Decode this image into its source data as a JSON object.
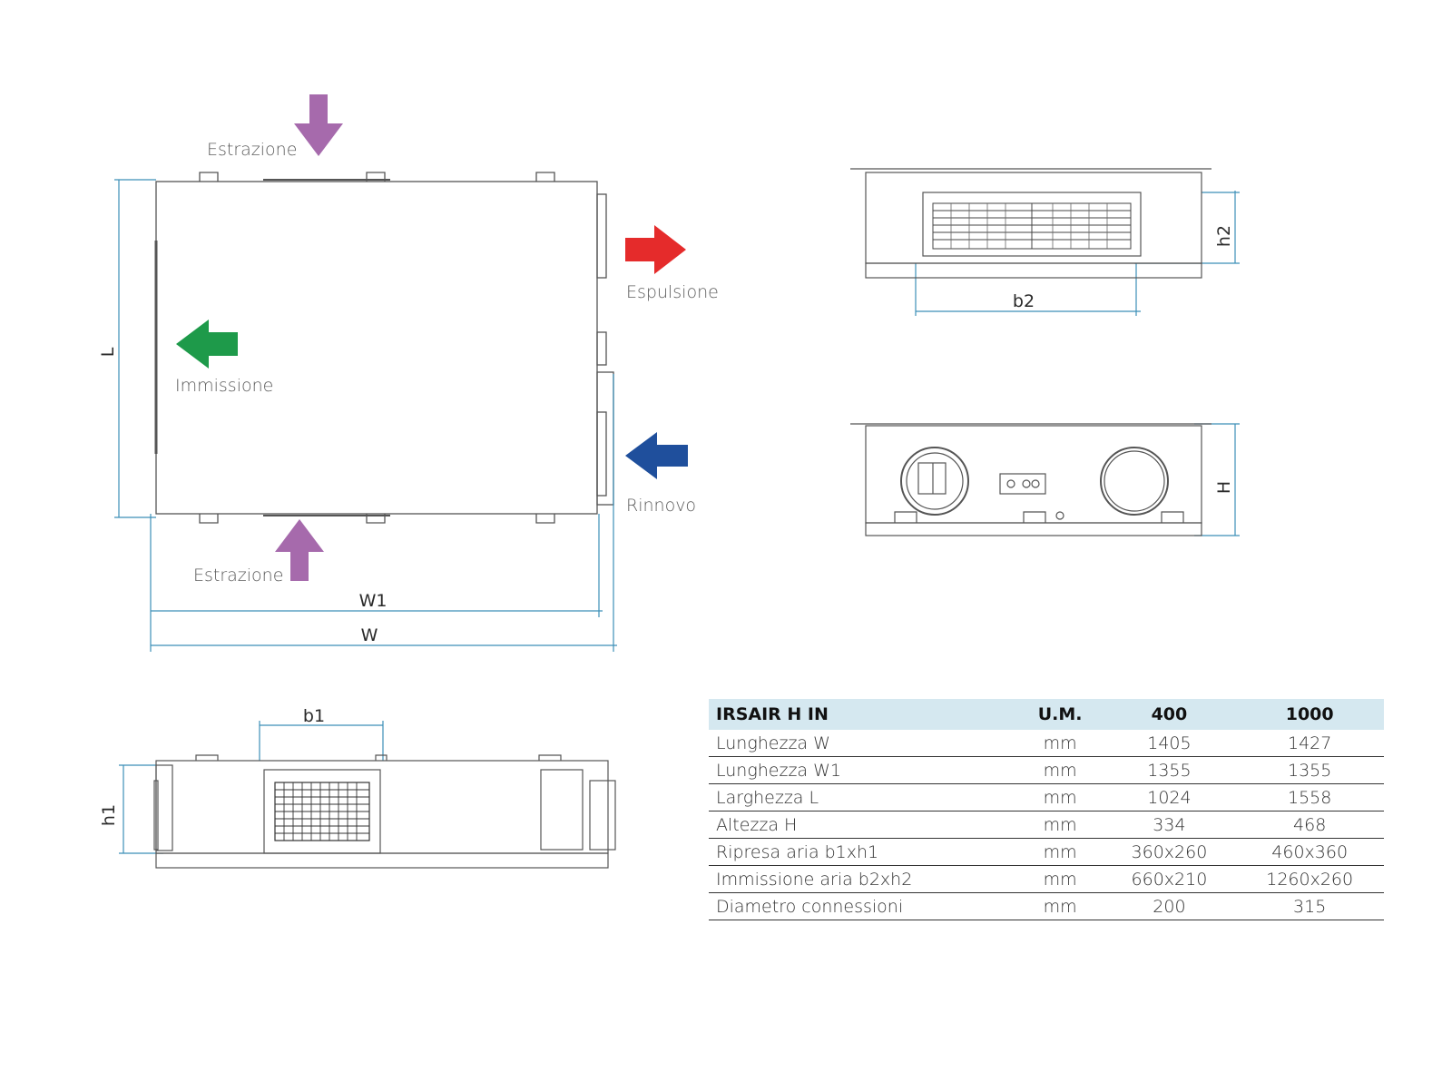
{
  "flows": {
    "extraction_top": "Estrazione",
    "expulsion": "Espulsione",
    "immission": "Immissione",
    "renewal": "Rinnovo",
    "extraction_bottom": "Estrazione"
  },
  "flow_colors": {
    "extraction": "#a66aac",
    "expulsion": "#e52b2b",
    "immission": "#1e9a4a",
    "renewal": "#1f4f9c"
  },
  "dimensions": {
    "L": "L",
    "W1": "W1",
    "W": "W",
    "b1": "b1",
    "h1": "h1",
    "b2": "b2",
    "h2": "h2",
    "H": "H"
  },
  "dimension_line_color": "#3c8fb8",
  "table": {
    "headers": [
      "IRSAIR H IN",
      "U.M.",
      "400",
      "1000"
    ],
    "rows": [
      [
        "Lunghezza W",
        "mm",
        "1405",
        "1427"
      ],
      [
        "Lunghezza W1",
        "mm",
        "1355",
        "1355"
      ],
      [
        "Larghezza L",
        "mm",
        "1024",
        "1558"
      ],
      [
        "Altezza H",
        "mm",
        "334",
        "468"
      ],
      [
        "Ripresa aria b1xh1",
        "mm",
        "360x260",
        "460x360"
      ],
      [
        "Immissione aria b2xh2",
        "mm",
        "660x210",
        "1260x260"
      ],
      [
        "Diametro connessioni",
        "mm",
        "200",
        "315"
      ]
    ],
    "header_bg": "#d5e8f0"
  }
}
